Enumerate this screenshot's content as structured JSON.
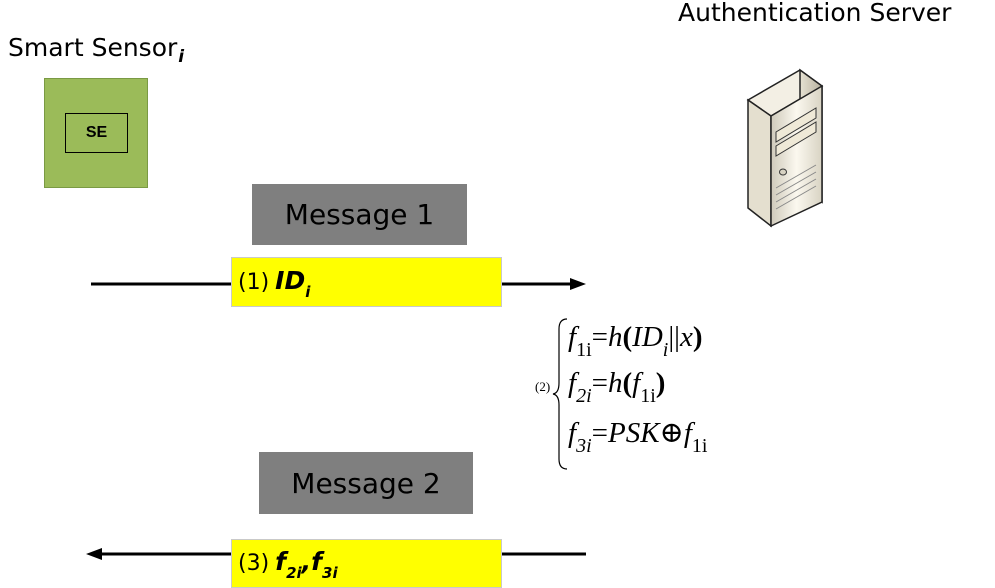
{
  "sensor": {
    "title": "Smart Sensor",
    "title_sub": "i",
    "module_label": "SE"
  },
  "server": {
    "title": "Authentication Server"
  },
  "message1": {
    "header": "Message 1",
    "step": "(1)",
    "content": "ID",
    "content_sub": "i"
  },
  "formula": {
    "step": "(2)",
    "line1": {
      "lhs": "f",
      "lhs_sub": "1i",
      "eq": "=",
      "fn": "h",
      "open": "(",
      "arg": "ID",
      "arg_sub": "i",
      "concat": "||",
      "x": "x",
      "close": ")"
    },
    "line2": {
      "lhs": "f",
      "lhs_sub": "2i",
      "eq": "=",
      "fn": "h",
      "open": "(",
      "arg": "f",
      "arg_sub": "1i",
      "close": ")"
    },
    "line3": {
      "lhs": "f",
      "lhs_sub": "3i",
      "eq": "=",
      "psk": "PSK",
      "xor": "⊕",
      "arg": "f",
      "arg_sub": "1i"
    }
  },
  "message2": {
    "header": "Message 2",
    "step": "(3)",
    "content_a": "f",
    "content_a_sub": "2i",
    "sep": ",",
    "content_b": "f",
    "content_b_sub": "3i"
  },
  "colors": {
    "sensor_fill": "#9bbb59",
    "header_fill": "#7f7f7f",
    "highlight": "#ffff00"
  },
  "icons": {
    "server": "server-tower-icon"
  }
}
